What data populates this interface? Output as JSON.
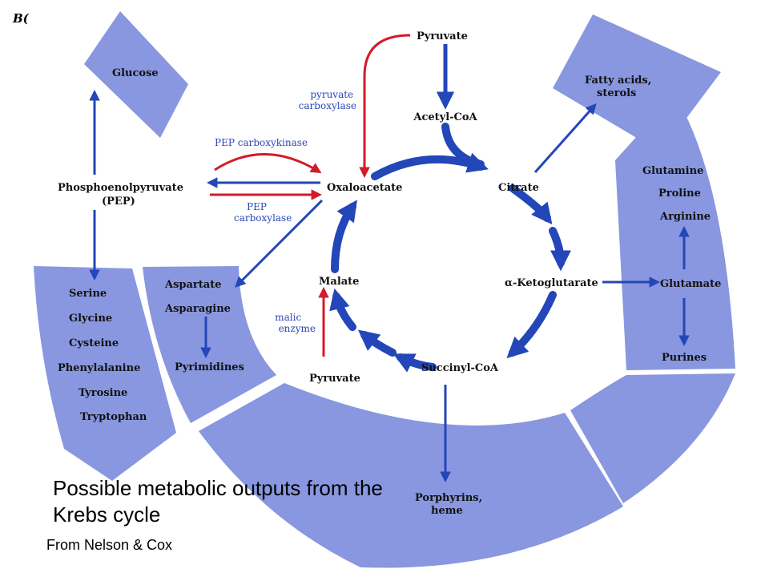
{
  "corner_mark": "B(",
  "colors": {
    "sector": "#8897df",
    "arrow_blue": "#2346b8",
    "arrow_red": "#d41a2a",
    "enzyme_text": "#2c46b8"
  },
  "cycle": {
    "acetyl_coa": "Acetyl-CoA",
    "citrate": "Citrate",
    "alpha_ketoglutarate": "α-Ketoglutarate",
    "succinyl_coa": "Succinyl-CoA",
    "malate": "Malate",
    "oxaloacetate": "Oxaloacetate"
  },
  "inputs": {
    "pyruvate_top": "Pyruvate",
    "pyruvate_bottom": "Pyruvate"
  },
  "enzymes": {
    "pyruvate_carboxylase": [
      "pyruvate",
      "carboxylase"
    ],
    "pep_carboxykinase": "PEP carboxykinase",
    "pep_carboxylase": [
      "PEP",
      "carboxylase"
    ],
    "malic_enzyme": [
      "malic",
      "enzyme"
    ]
  },
  "intermediates": {
    "pep": [
      "Phosphoenolpyruvate",
      "(PEP)"
    ]
  },
  "products": {
    "glucose": "Glucose",
    "fatty_acids": [
      "Fatty acids,",
      "sterols"
    ],
    "amino_group_left": [
      "Serine",
      "Glycine",
      "Cysteine",
      "Phenylalanine",
      "Tyrosine",
      "Tryptophan"
    ],
    "aspartate": "Aspartate",
    "asparagine": "Asparagine",
    "pyrimidines": "Pyrimidines",
    "glutamine": "Glutamine",
    "proline": "Proline",
    "arginine": "Arginine",
    "glutamate": "Glutamate",
    "purines": "Purines",
    "porphyrins": [
      "Porphyrins,",
      "heme"
    ]
  },
  "caption": {
    "title": "Possible metabolic outputs from the Krebs cycle",
    "credit": "From Nelson & Cox"
  }
}
